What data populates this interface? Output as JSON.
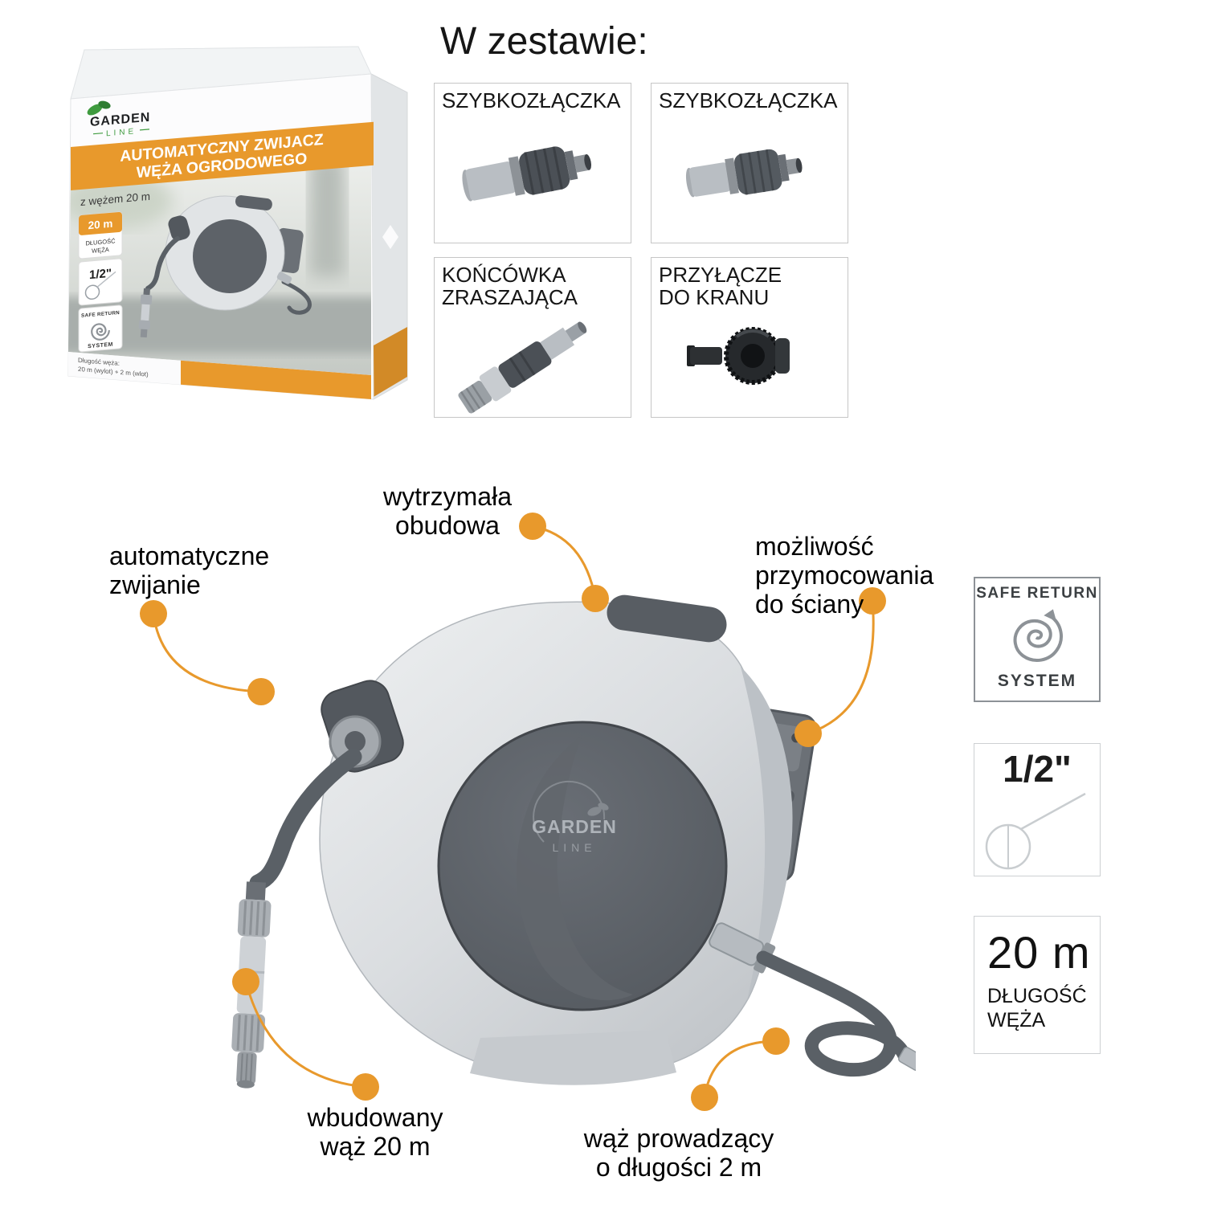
{
  "colors": {
    "accent": "#E8992C",
    "dark_gray": "#5d6268",
    "light_gray": "#d9dcdf"
  },
  "box": {
    "brand_top": "GARDEN",
    "brand_bottom": "LINE",
    "title_line1": "AUTOMATYCZNY ZWIJACZ",
    "title_line2": "WĘŻA OGRODOWEGO",
    "subtitle": "z wężem 20 m",
    "badge_length_value": "20 m",
    "badge_length_label1": "DŁUGOŚĆ",
    "badge_length_label2": "WĘŻA",
    "badge_diameter": "1/2\"",
    "badge_safe_top": "SAFE RETURN",
    "badge_safe_bottom": "SYSTEM",
    "footnote_line1": "Długość węża:",
    "footnote_line2": "20 m (wylot) + 2 m (wlot)"
  },
  "included": {
    "heading": "W zestawie:",
    "items": [
      {
        "label": "SZYBKOZŁĄCZKA"
      },
      {
        "label": "SZYBKOZŁĄCZKA"
      },
      {
        "label": "KOŃCÓWKA\nZRASZAJĄCA"
      },
      {
        "label": "PRZYŁĄCZE\nDO KRANU"
      }
    ]
  },
  "product": {
    "logo_top": "GARDEN",
    "logo_bottom": "LINE"
  },
  "callouts": {
    "housing": "wytrzymała\nobudowa",
    "auto_rewind": "automatyczne\nzwijanie",
    "wall_mount": "możliwość\nprzymocowania\ndo ściany",
    "built_in_hose": "wbudowany\nwąż 20 m",
    "guide_hose": "wąż prowadzący\no długości 2 m"
  },
  "side_badges": {
    "safe_return_top": "SAFE RETURN",
    "safe_return_bottom": "SYSTEM",
    "diameter": "1/2\"",
    "length_value": "20 m",
    "length_label": "DŁUGOŚĆ\nWĘŻA"
  }
}
